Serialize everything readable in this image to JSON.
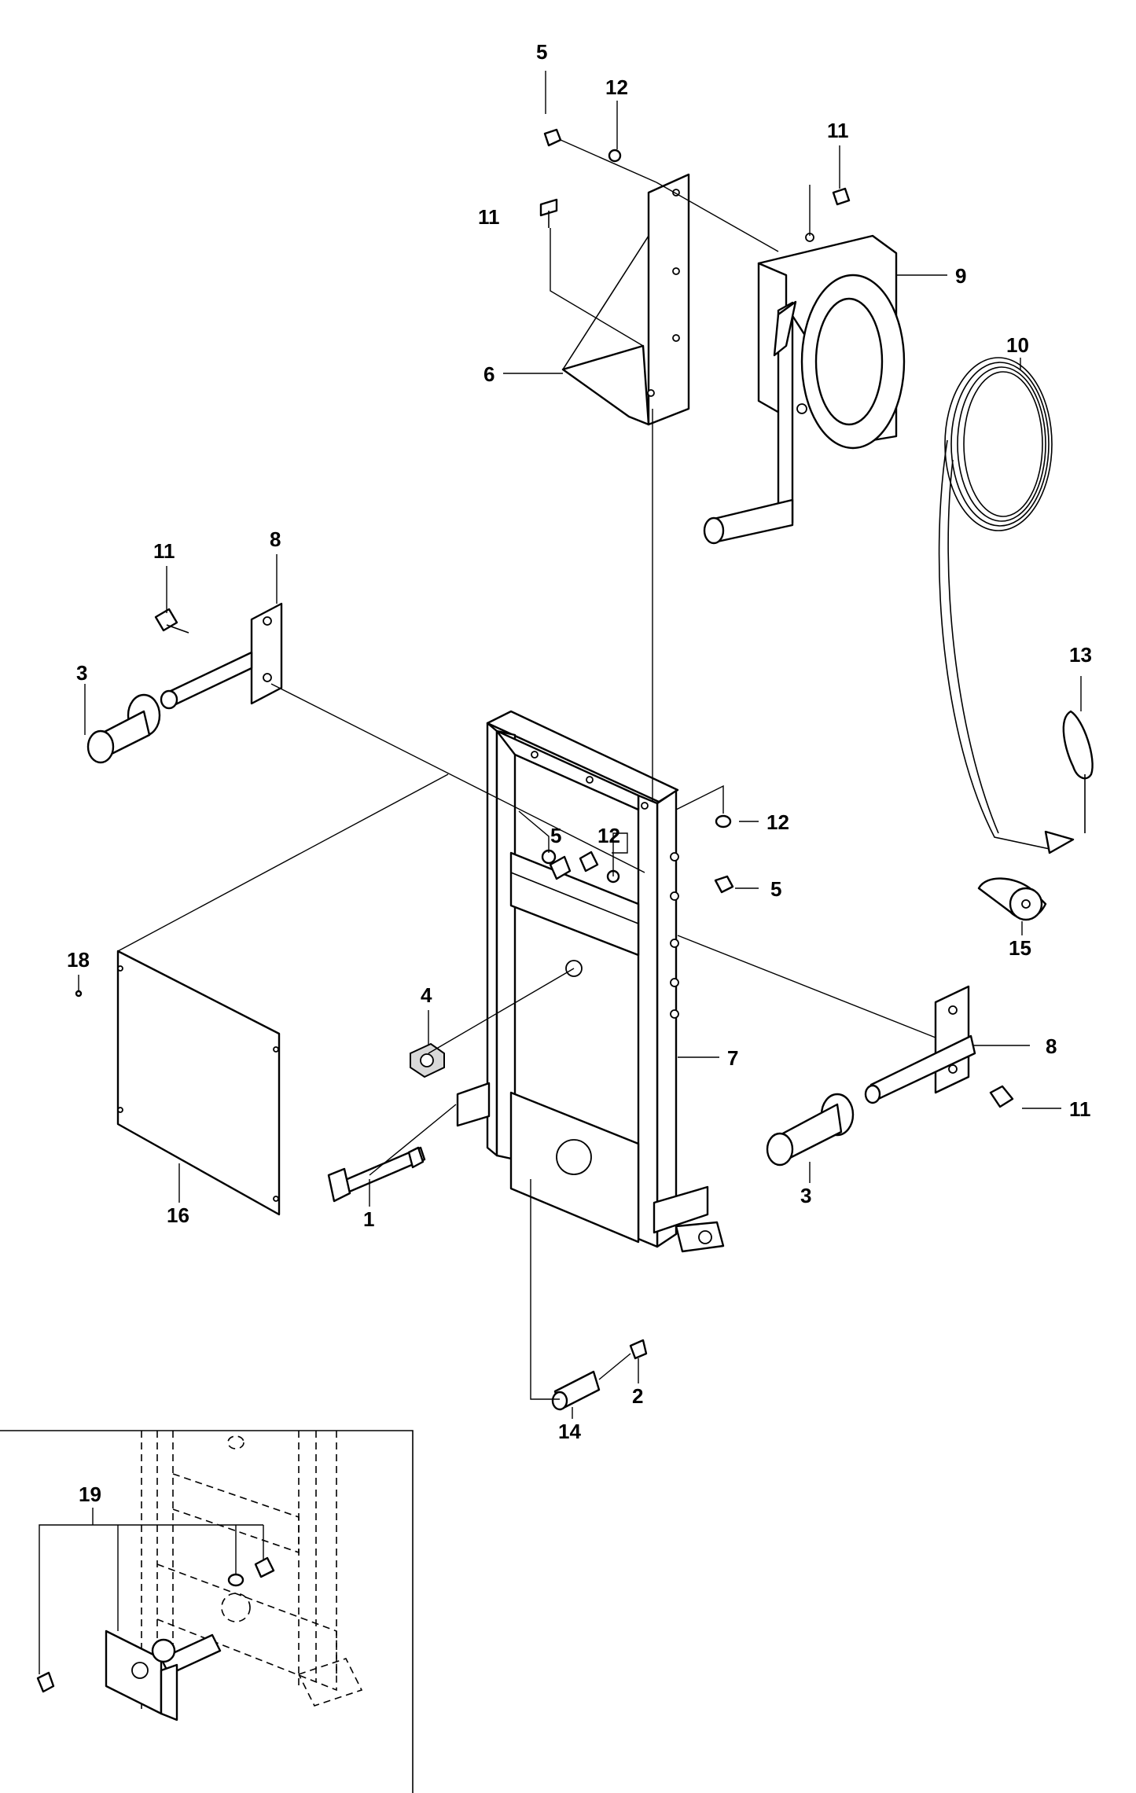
{
  "labels": {
    "l1": "1",
    "l2": "2",
    "l3a": "3",
    "l3b": "3",
    "l4": "4",
    "l5a": "5",
    "l5b": "5",
    "l5c": "5",
    "l6": "6",
    "l7": "7",
    "l8a": "8",
    "l8b": "8",
    "l9": "9",
    "l10": "10",
    "l11a": "11",
    "l11b": "11",
    "l11c": "11",
    "l11d": "11",
    "l12a": "12",
    "l12b": "12",
    "l12c": "12",
    "l13": "13",
    "l14": "14",
    "l15": "15",
    "l16": "16",
    "l18": "18",
    "l19": "19"
  }
}
